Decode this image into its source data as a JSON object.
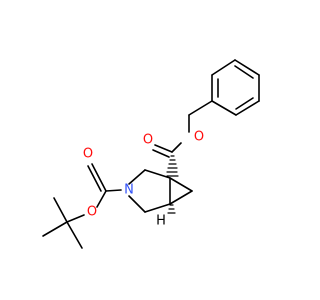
{
  "molecule": {
    "atoms": {
      "ester_O_carbonyl": {
        "symbol": "O",
        "color": "#ff0d0d"
      },
      "ester_O_link": {
        "symbol": "O",
        "color": "#ff0d0d"
      },
      "carbamate_O_carbonyl": {
        "symbol": "O",
        "color": "#ff0d0d"
      },
      "carbamate_O_link": {
        "symbol": "O",
        "color": "#ff0d0d"
      },
      "ring_N": {
        "symbol": "N",
        "color": "#3050f8"
      },
      "bridgehead_H": {
        "symbol": "H",
        "color": "#000000"
      }
    },
    "stereo_marks": [
      "&1",
      "&1"
    ]
  }
}
